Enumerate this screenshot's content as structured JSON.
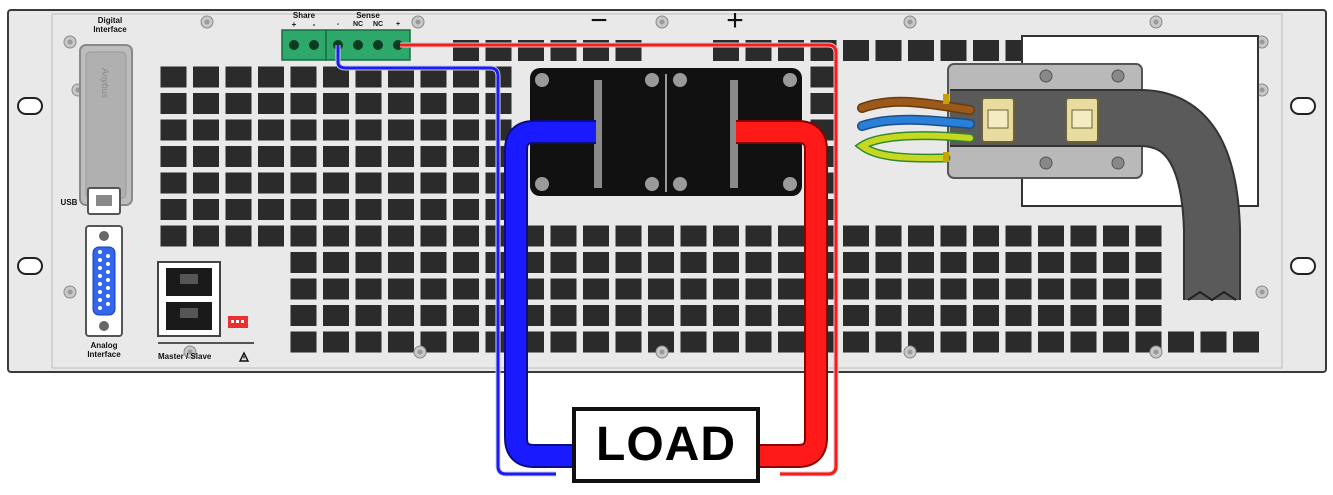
{
  "labels": {
    "digital_interface": "Digital\nInterface",
    "share": "Share",
    "share_plus": "+",
    "share_minus": "-",
    "sense": "Sense",
    "sense_minus": "-",
    "sense_nc1": "NC",
    "sense_nc2": "NC",
    "sense_plus": "+",
    "terminal_minus": "−",
    "terminal_plus": "+",
    "usb": "USB",
    "analog_interface": "Analog\nInterface",
    "master_slave": "Master / Slave",
    "load": "LOAD",
    "module_logo": "Anybus"
  },
  "colors": {
    "panel": "#e9e9e9",
    "panel_border": "#3a3a3a",
    "vent": "#2b2b2b",
    "positive_wire": "#ff1a1a",
    "negative_wire": "#1a1aff",
    "connector_green": "#2ea86a",
    "busbar_block": "#111111",
    "ac_brown": "#9b5a1a",
    "ac_blue": "#2a7fd8",
    "ac_green_yellow": "#c8d820",
    "cable_gray": "#5a5a5a",
    "dsub_blue": "#3366ee",
    "dip_red": "#e83030"
  },
  "icons": {
    "warning": "warning-triangle-icon"
  }
}
